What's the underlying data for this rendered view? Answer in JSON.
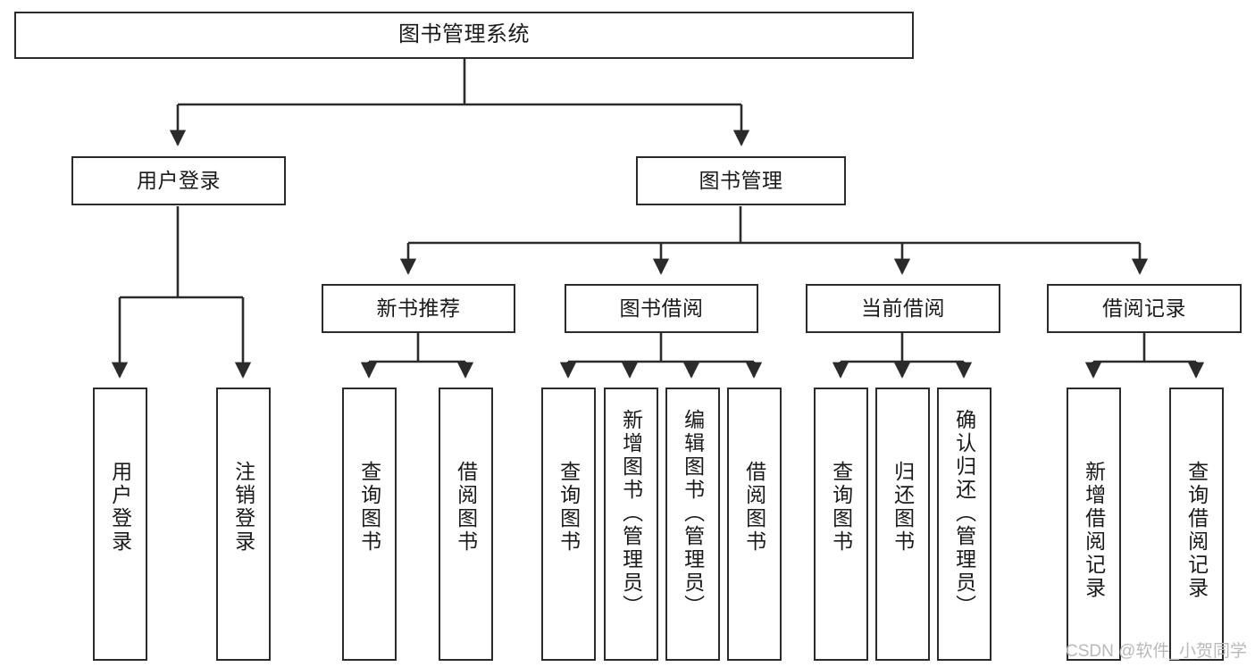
{
  "diagram": {
    "type": "tree-hierarchy",
    "title": "图书管理系统",
    "orientation": "top-down",
    "root": {
      "id": "root",
      "label": "图书管理系统"
    },
    "level2": [
      {
        "id": "user-login",
        "label": "用户登录"
      },
      {
        "id": "book-manage",
        "label": "图书管理"
      }
    ],
    "level3": [
      {
        "id": "new-book-rec",
        "label": "新书推荐",
        "parent": "book-manage"
      },
      {
        "id": "book-borrow",
        "label": "图书借阅",
        "parent": "book-manage"
      },
      {
        "id": "current-borrow",
        "label": "当前借阅",
        "parent": "book-manage"
      },
      {
        "id": "borrow-record",
        "label": "借阅记录",
        "parent": "book-manage"
      }
    ],
    "leaves": {
      "user_login": [
        {
          "id": "leaf-user-login",
          "label": "用户登录"
        },
        {
          "id": "leaf-user-logout",
          "label": "注销登录"
        }
      ],
      "new_book_rec": [
        {
          "id": "leaf-query-book-1",
          "label": "查询图书"
        },
        {
          "id": "leaf-borrow-book-1",
          "label": "借阅图书"
        }
      ],
      "book_borrow": [
        {
          "id": "leaf-query-book-2",
          "label": "查询图书"
        },
        {
          "id": "leaf-add-book",
          "label": "新增图书（管理员）"
        },
        {
          "id": "leaf-edit-book",
          "label": "编辑图书（管理员）"
        },
        {
          "id": "leaf-borrow-book-2",
          "label": "借阅图书"
        }
      ],
      "current_borrow": [
        {
          "id": "leaf-query-book-3",
          "label": "查询图书"
        },
        {
          "id": "leaf-return-book",
          "label": "归还图书"
        },
        {
          "id": "leaf-confirm-return",
          "label": "确认归还（管理员）"
        }
      ],
      "borrow_record": [
        {
          "id": "leaf-add-record",
          "label": "新增借阅记录"
        },
        {
          "id": "leaf-query-record",
          "label": "查询借阅记录"
        }
      ]
    }
  },
  "watermark": {
    "text": "CSDN @软件_小贺同学"
  },
  "colors": {
    "border": "#2b2b2b",
    "background": "#ffffff",
    "text": "#1a1a1a",
    "watermark": "#b9b9b9"
  }
}
